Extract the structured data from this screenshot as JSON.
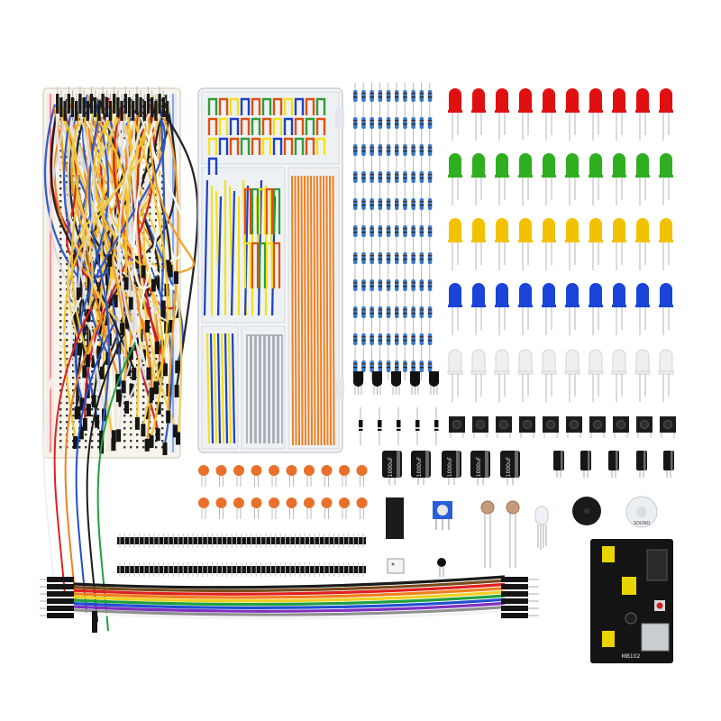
{
  "capacitor_label": "1000uF",
  "buzzer_label": "SOUND",
  "power_module_label": "MB102",
  "colors": {
    "led": [
      "#e01010",
      "#2fae1f",
      "#f2c200",
      "#1a44d8",
      "#f0eef0"
    ],
    "jumper": [
      "#1a1a1a",
      "#7a4a1a",
      "#e02020",
      "#f08020",
      "#f0d020",
      "#20a040",
      "#2050d0",
      "#8030c0",
      "#909090",
      "#f4f4f4"
    ],
    "wire_box": [
      "#f2e21a",
      "#2040c0",
      "#e05010",
      "#2f9c3a",
      "#f08020"
    ]
  },
  "icons": [
    "breadboard",
    "jumper-wires",
    "wire-box",
    "resistor",
    "led",
    "push-button",
    "capacitor",
    "ceramic-capacitor",
    "pin-header",
    "potentiometer",
    "photoresistor",
    "buzzer",
    "power-module"
  ]
}
